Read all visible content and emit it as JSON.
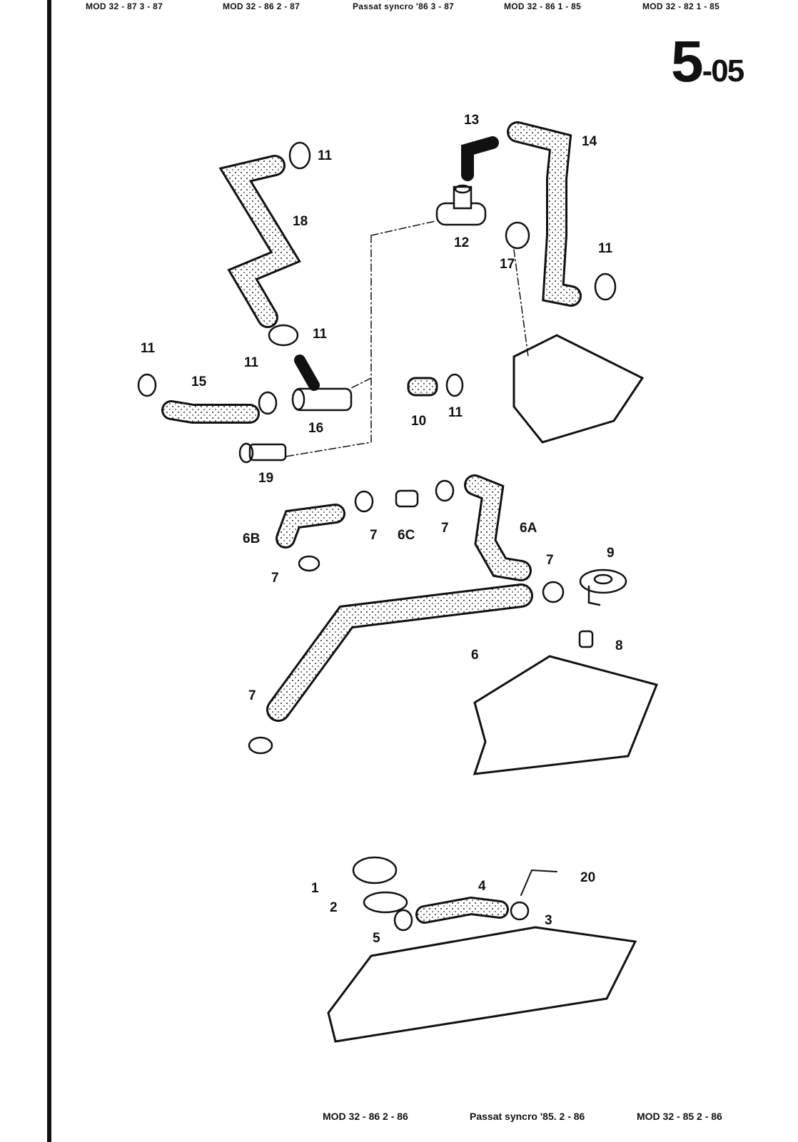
{
  "header": {
    "items": [
      "MOD 32 - 87   3 - 87",
      "MOD 32 - 86   2 - 87",
      "Passat syncro '86  3 - 87",
      "MOD 32 - 86   1 - 85",
      "MOD 32 - 82   1 - 85"
    ]
  },
  "page_number": {
    "main": "5",
    "sub": "-05"
  },
  "footer": {
    "items": [
      "MOD 32 - 86   2 - 86",
      "Passat syncro '85. 2 - 86",
      "MOD 32 - 85   2 - 86"
    ]
  },
  "callouts": {
    "c13": "13",
    "c14": "14",
    "c11a": "11",
    "c18": "18",
    "c12": "12",
    "c17": "17",
    "c11b": "11",
    "c11c": "11",
    "c11d": "11",
    "c11e": "11",
    "c15": "15",
    "c16": "16",
    "c10": "10",
    "c11f": "11",
    "c19": "19",
    "c6B": "6B",
    "c7a": "7",
    "c6C": "6C",
    "c7b": "7",
    "c6A": "6A",
    "c7c": "7",
    "c9": "9",
    "c7d": "7",
    "c8": "8",
    "c6": "6",
    "c7e": "7",
    "c1": "1",
    "c2": "2",
    "c4": "4",
    "c20": "20",
    "c3": "3",
    "c5": "5"
  }
}
